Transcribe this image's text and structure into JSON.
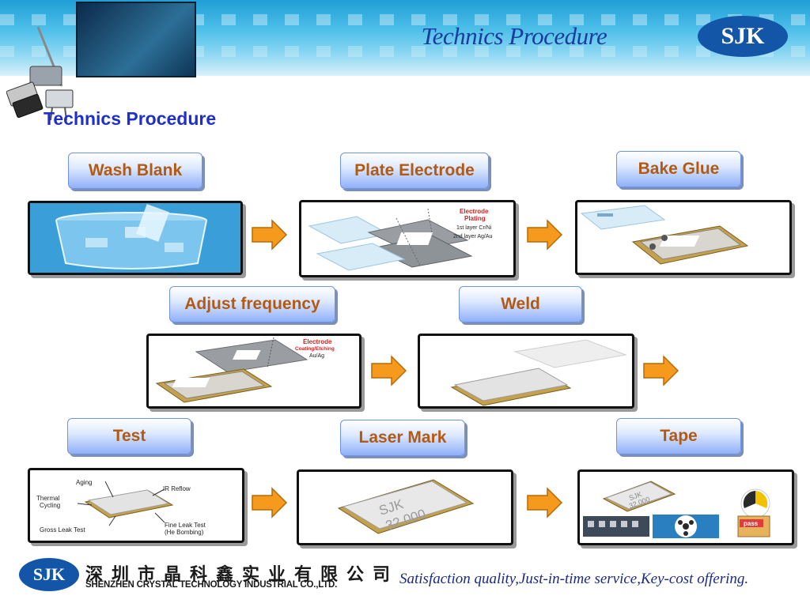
{
  "header": {
    "banner_title": "Technics Procedure",
    "logo_text": "SJK"
  },
  "page_title": "Technics Procedure",
  "steps": [
    {
      "label": "Wash Blank"
    },
    {
      "label": "Plate Electrode"
    },
    {
      "label": "Bake Glue"
    },
    {
      "label": "Adjust frequency"
    },
    {
      "label": "Weld"
    },
    {
      "label": "Test"
    },
    {
      "label": "Laser Mark"
    },
    {
      "label": "Tape"
    }
  ],
  "annotations": {
    "plate": {
      "title1": "Electrode",
      "title2": "Plating",
      "layer1": "1st layer Cr/Ni",
      "layer2": "2nd layer Ag/Au"
    },
    "adjust": {
      "title1": "Electrode",
      "title2": "Coating/Etching",
      "material": "Au/Ag"
    },
    "test": {
      "aging": "Aging",
      "thermal1": "Thermal",
      "thermal2": "Cycling",
      "reflow": "IR Reflow",
      "gross": "Gross Leak Test",
      "fine1": "Fine Leak Test",
      "fine2": "(He Bombing)"
    },
    "laser": {
      "line1": "SJK",
      "line2": "32.000"
    },
    "tape": {
      "chip1": "SJK",
      "chip2": "32.000",
      "pass": "pass"
    }
  },
  "footer": {
    "logo_text": "SJK",
    "company_cn": "深圳市晶科鑫实业有限公司",
    "company_en": "SHENZHEN CRYSTAL TECHNOLOGY INDUSTRIAL CO.,LTD.",
    "slogan": "Satisfaction quality,Just-in-time service,Key-cost offering."
  },
  "colors": {
    "label_text": "#b35a12",
    "title_blue": "#1f2fc9",
    "arrow_orange": "#f59a1c",
    "logo_blue": "#1356a8"
  }
}
